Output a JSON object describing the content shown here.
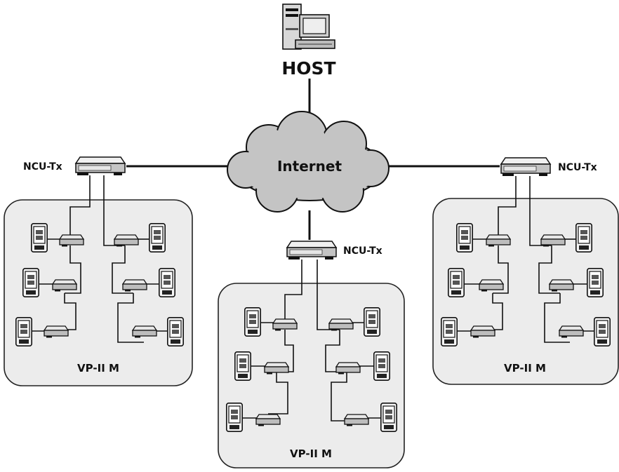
{
  "host": {
    "label": "HOST",
    "icon": "host-computer-icon"
  },
  "network": {
    "label": "Internet",
    "icon": "internet-cloud-icon"
  },
  "gateways": {
    "left": {
      "label": "NCU-Tx"
    },
    "center": {
      "label": "NCU-Tx"
    },
    "right": {
      "label": "NCU-Tx"
    }
  },
  "groups": {
    "left": {
      "label": "VP-II M",
      "device_count": 6
    },
    "center": {
      "label": "VP-II M",
      "device_count": 6
    },
    "right": {
      "label": "VP-II M",
      "device_count": 6
    }
  },
  "colors": {
    "background": "#ffffff",
    "region_fill": "#ececec",
    "stroke": "#111111"
  }
}
